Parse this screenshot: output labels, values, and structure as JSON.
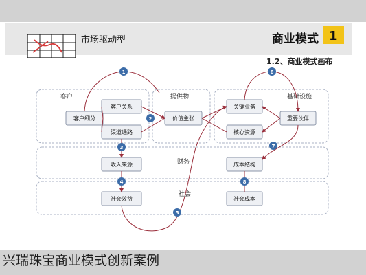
{
  "slide": {
    "number": "1",
    "heading": "商业模式",
    "subheading": "1.2、商业模式画布",
    "map_label": "市场驱动型"
  },
  "regions": {
    "customer": "客户",
    "offer": "提供物",
    "infrastructure": "基础设施",
    "finance": "财务",
    "society": "社会"
  },
  "boxes": {
    "customer_segments": "客户细分",
    "customer_relations": "客户关系",
    "channels": "渠道通路",
    "value_proposition": "价值主张",
    "key_activities": "关键业务",
    "key_resources": "核心资源",
    "key_partners": "重要伙伴",
    "revenue": "收入来源",
    "cost_structure": "成本结构",
    "social_benefit": "社会效益",
    "social_cost": "社会成本"
  },
  "markers": [
    "1",
    "2",
    "3",
    "4",
    "5",
    "6",
    "7",
    "8"
  ],
  "caption": "兴瑞珠宝商业模式创新案例",
  "colors": {
    "header_bar": "#e7e7e7",
    "number_box": "#f2c318",
    "marker": "#3c6ca8",
    "flow_line": "#9b2f3c",
    "box_fill": "#eef0f4",
    "box_border": "#8b95a8",
    "region_border": "#aab2c4"
  }
}
